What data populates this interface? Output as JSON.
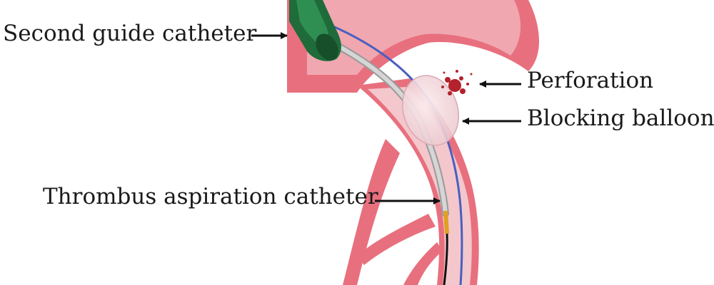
{
  "labels": {
    "guide_catheter": "Second guide catheter",
    "perforation": "Perforation",
    "blocking_balloon": "Blocking balloon",
    "thrombus_catheter": "Thrombus aspiration catheter"
  },
  "colors": {
    "vessel_wall": "#e8707e",
    "vessel_lumen": "#f4c7cc",
    "vessel_lumen_light": "#f9dfe2",
    "guide_catheter": "#1f6b3a",
    "catheter_shaft": "#c8c8c8",
    "guidewire": "#4a5fc0",
    "balloon": "#f3dde2",
    "perforation": "#b4222c",
    "marker": "#e0a020",
    "wire_tip": "#111111",
    "arrow": "#111111"
  }
}
